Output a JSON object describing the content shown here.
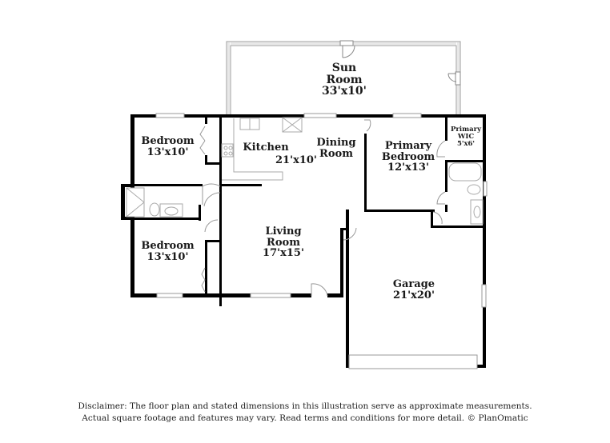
{
  "floor_plan": {
    "rooms": [
      {
        "id": "sun-room",
        "name_line1": "Sun",
        "name_line2": "Room",
        "dimensions": "33'x10'"
      },
      {
        "id": "bedroom-upper",
        "name_line1": "Bedroom",
        "dimensions": "13'x10'"
      },
      {
        "id": "kitchen",
        "name_line1": "Kitchen",
        "dimensions": "21'x10'"
      },
      {
        "id": "dining-room",
        "name_line1": "Dining",
        "name_line2": "Room"
      },
      {
        "id": "primary-bedroom",
        "name_line1": "Primary",
        "name_line2": "Bedroom",
        "dimensions": "12'x13'"
      },
      {
        "id": "primary-wic",
        "name_line1": "Primary",
        "name_line2": "WIC",
        "dimensions": "5'x6'"
      },
      {
        "id": "bedroom-lower",
        "name_line1": "Bedroom",
        "dimensions": "13'x10'"
      },
      {
        "id": "living-room",
        "name_line1": "Living",
        "name_line2": "Room",
        "dimensions": "17'x15'"
      },
      {
        "id": "garage",
        "name_line1": "Garage",
        "dimensions": "21'x20'"
      }
    ],
    "colors": {
      "wall": "#000000",
      "fixture": "#b8b8b8",
      "background": "#ffffff"
    }
  },
  "disclaimer": {
    "line1": "Disclaimer: The floor plan and stated dimensions in this illustration serve as approximate measurements.",
    "line2": "Actual square footage and features may vary. Read terms and conditions for more detail. © PlanOmatic"
  }
}
